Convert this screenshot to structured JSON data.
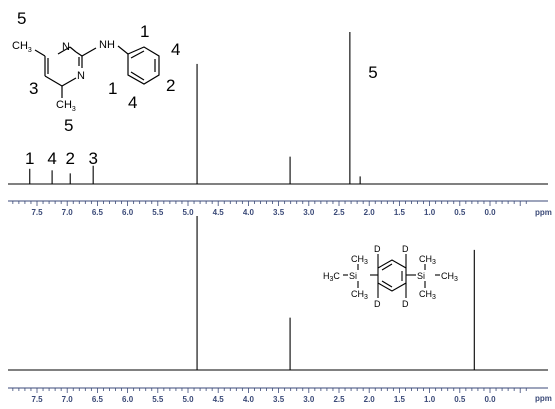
{
  "chart_data": [
    {
      "type": "line",
      "subtype": "nmr-stick-spectrum",
      "x_unit": "ppm",
      "xlim": [
        7.9,
        -0.6
      ],
      "x_reversed": true,
      "ticks": [
        "7.5",
        "7.0",
        "6.5",
        "6.0",
        "5.5",
        "5.0",
        "4.5",
        "4.0",
        "3.5",
        "3.0",
        "2.5",
        "2.0",
        "1.5",
        "1.0",
        "0.5",
        "0.0"
      ],
      "peaks": [
        {
          "ppm": 7.62,
          "height": 0.1
        },
        {
          "ppm": 7.25,
          "height": 0.09
        },
        {
          "ppm": 6.95,
          "height": 0.07
        },
        {
          "ppm": 6.57,
          "height": 0.12
        },
        {
          "ppm": 4.85,
          "height": 0.79
        },
        {
          "ppm": 3.31,
          "height": 0.18
        },
        {
          "ppm": 2.32,
          "height": 1.0
        },
        {
          "ppm": 2.15,
          "height": 0.05
        }
      ],
      "peak_labels": [
        {
          "text": "1",
          "ppm": 7.62
        },
        {
          "text": "4",
          "ppm": 7.25
        },
        {
          "text": "2",
          "ppm": 6.95
        },
        {
          "text": "3",
          "ppm": 6.57
        },
        {
          "text": "5",
          "ppm": 2.2
        }
      ],
      "structure_labels": {
        "nh": "NH",
        "n_top": "N",
        "n_bottom": "N",
        "ch3": "CH",
        "sub3": "3",
        "numbers": [
          "5",
          "3",
          "5",
          "1",
          "4",
          "1",
          "2",
          "4"
        ]
      }
    },
    {
      "type": "line",
      "subtype": "nmr-stick-spectrum",
      "x_unit": "ppm",
      "xlim": [
        7.9,
        -0.6
      ],
      "x_reversed": true,
      "ticks": [
        "7.5",
        "7.0",
        "6.5",
        "6.0",
        "5.5",
        "5.0",
        "4.5",
        "4.0",
        "3.5",
        "3.0",
        "2.5",
        "2.0",
        "1.5",
        "1.0",
        "0.5",
        "0.0"
      ],
      "peaks": [
        {
          "ppm": 4.85,
          "height": 1.0
        },
        {
          "ppm": 3.31,
          "height": 0.34
        },
        {
          "ppm": 0.26,
          "height": 0.78
        }
      ],
      "structure_labels": {
        "si": "Si",
        "d": "D",
        "h3c": "H",
        "h3c_tail": "C",
        "ch3": "CH",
        "sub3": "3"
      }
    }
  ]
}
